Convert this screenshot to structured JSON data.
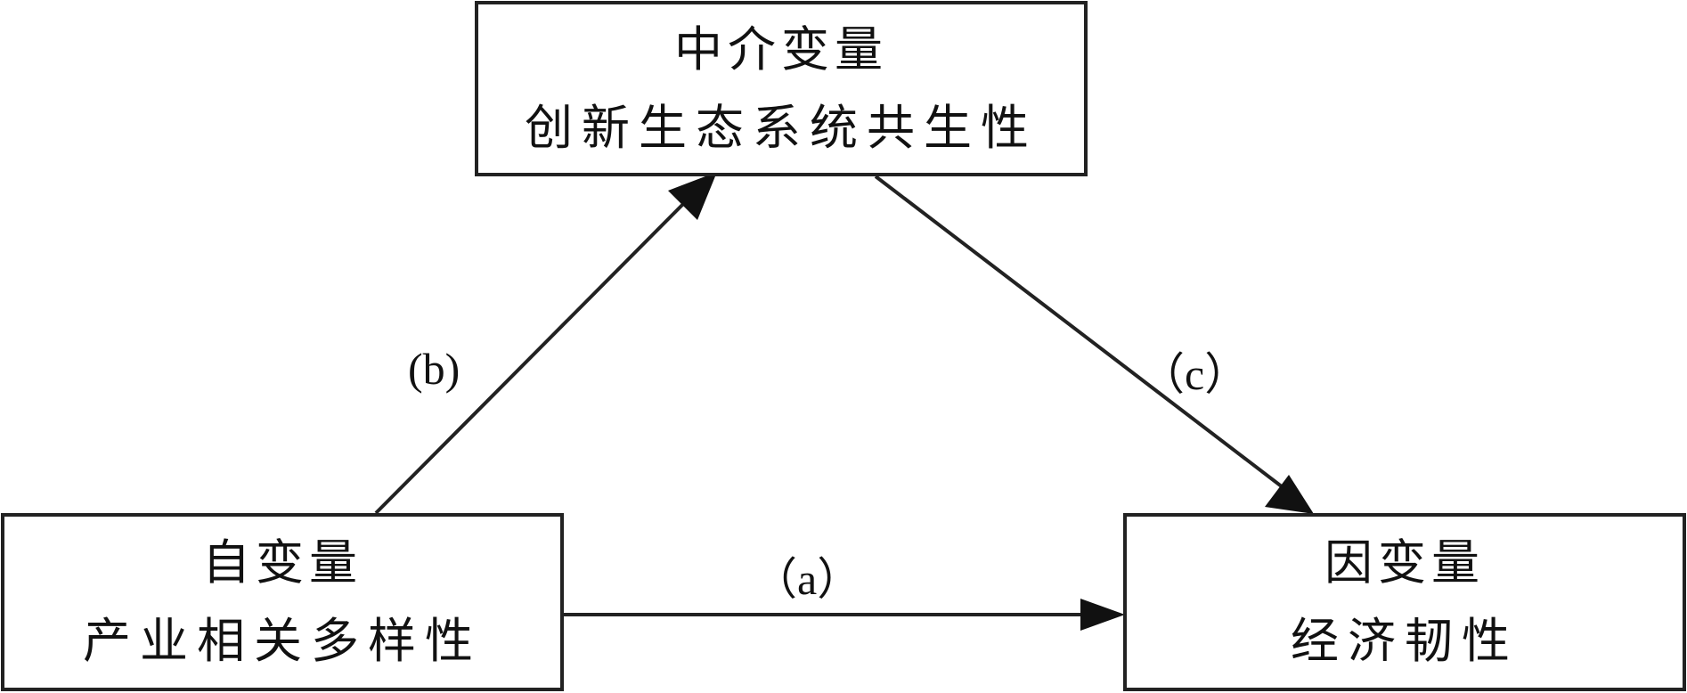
{
  "mediator": {
    "title": "中介变量",
    "name": "创新生态系统共生性"
  },
  "independent": {
    "title": "自变量",
    "name": "产业相关多样性"
  },
  "dependent": {
    "title": "因变量",
    "name": "经济韧性"
  },
  "paths": {
    "a": "（a）",
    "b": "(b)",
    "c": "（c）"
  },
  "colors": {
    "stroke": "#222222",
    "background": "#ffffff"
  }
}
